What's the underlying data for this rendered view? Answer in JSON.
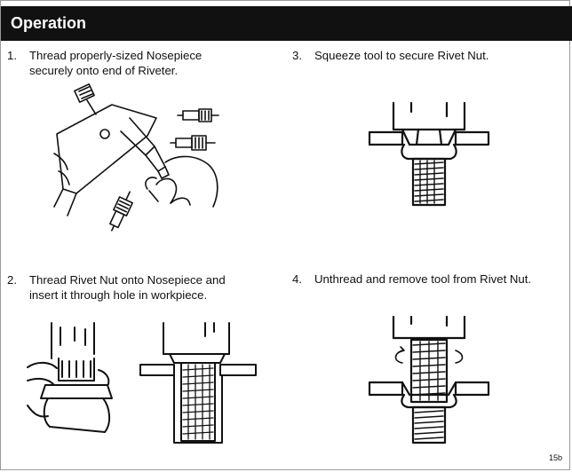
{
  "header": {
    "title": "Operation"
  },
  "steps": [
    {
      "number": "1.",
      "line1": "Thread properly-sized Nosepiece",
      "line2": "securely onto end of Riveter."
    },
    {
      "number": "2.",
      "line1": "Thread Rivet Nut onto Nosepiece and",
      "line2": "insert it through hole in workpiece."
    },
    {
      "number": "3.",
      "line1": "Squeeze tool to secure Rivet Nut.",
      "line2": ""
    },
    {
      "number": "4.",
      "line1": "Unthread and remove tool from Rivet Nut.",
      "line2": ""
    }
  ],
  "footer": {
    "page_number": "15b"
  },
  "icons": [
    "riveter-nosepiece-illustration",
    "rivet-nut-insert-illustration",
    "rivet-nut-squeeze-illustration",
    "rivet-nut-remove-illustration"
  ]
}
